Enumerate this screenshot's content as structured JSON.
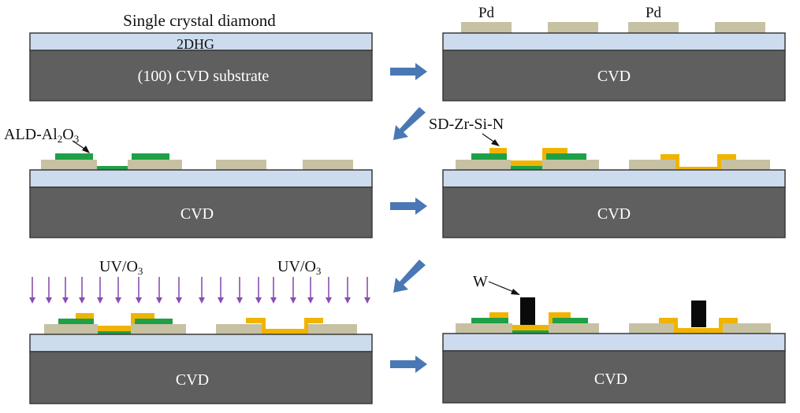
{
  "colors": {
    "background": "#ffffff",
    "substrate": "#5f5f5f",
    "twodhg_layer": "#ccdcee",
    "outline": "#3a3a3a",
    "pd_contact": "#c7c1a3",
    "al2o3": "#1fa046",
    "zr_si_n": "#f0b400",
    "tungsten_gate": "#0a0a0a",
    "arrow": "#4a78b4",
    "uv_arrow": "#8a4fb0"
  },
  "labels": {
    "single_crystal": "Single crystal diamond",
    "twodhg": "2DHG",
    "substrate_main": "(100) CVD substrate",
    "cvd": "CVD",
    "pd": "Pd",
    "ald_prefix": "ALD-Al",
    "ald_sub1": "2",
    "ald_mid": "O",
    "ald_sub2": "3",
    "sd_zr": "SD-Zr-Si-N",
    "uv_prefix": "UV/O",
    "uv_sub": "3",
    "w": "W"
  },
  "arrows": {
    "right": "right-arrow-icon",
    "down_left": "down-left-arrow-icon",
    "uv": "uv-down-arrow-icon"
  }
}
